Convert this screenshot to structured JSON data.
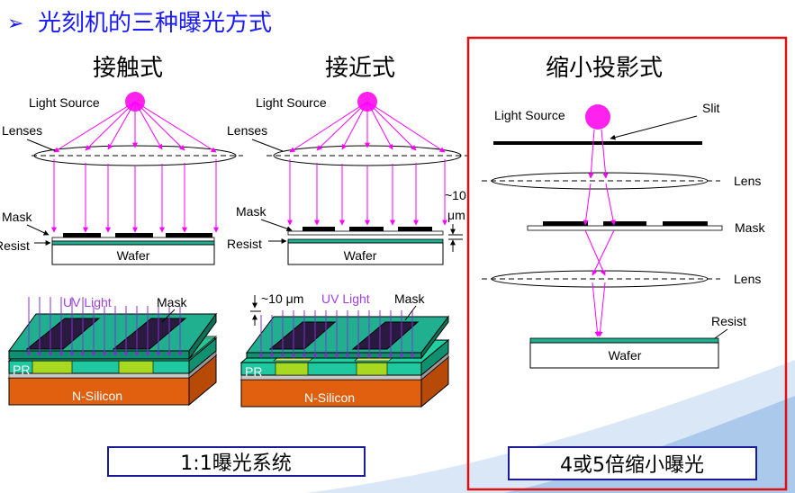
{
  "title": "光刻机的三种曝光方式",
  "bullet": "➢",
  "methods": {
    "contact": "接触式",
    "proximity": "接近式",
    "projection": "缩小投影式"
  },
  "labels": {
    "light_source": "Light Source",
    "lenses": "Lenses",
    "lens": "Lens",
    "mask": "Mask",
    "resist": "Resist",
    "wafer": "Wafer",
    "slit": "Slit",
    "gap_line1": "~10",
    "gap_line2": "μm",
    "uv_light": "UV Light",
    "gap_inline": "~10 μm",
    "pr": "PR",
    "n_silicon": "N-Silicon"
  },
  "captions": {
    "left": "1:1曝光系统",
    "right": "4或5倍缩小曝光"
  },
  "colors": {
    "title_blue": "#1a1aff",
    "ray_magenta": "#ff00ff",
    "light_source": "#ff22ee",
    "resist_teal": "#20b090",
    "highlight_red": "#e01010",
    "silicon_orange": "#e06010",
    "uv_purple": "#a040e0"
  }
}
